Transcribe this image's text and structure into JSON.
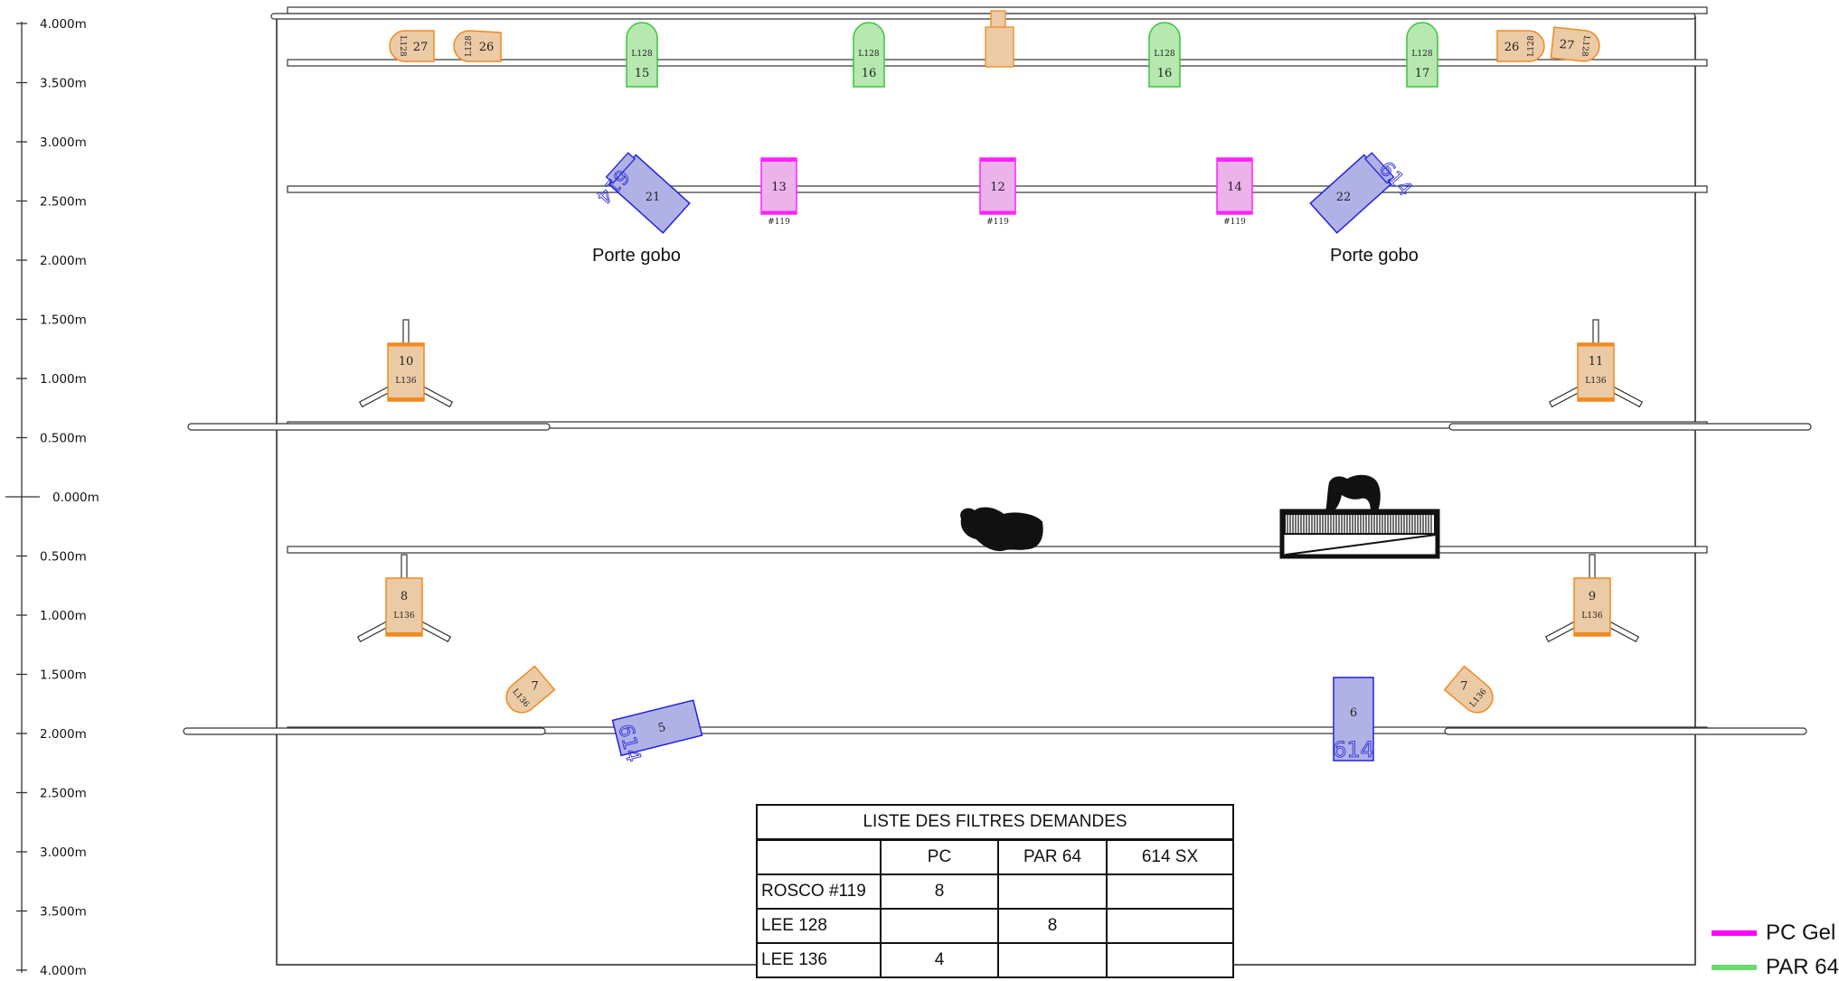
{
  "ruler": {
    "labels": [
      "4.000m",
      "3.500m",
      "3.000m",
      "2.500m",
      "2.000m",
      "1.500m",
      "1.000m",
      "0.500m",
      "0.000m",
      "0.500m",
      "1.000m",
      "1.500m",
      "2.000m",
      "2.500m",
      "3.000m",
      "3.500m",
      "4.000m"
    ]
  },
  "fixtures": {
    "par": [
      {
        "num": "15",
        "filter": "L128"
      },
      {
        "num": "16",
        "filter": "L128"
      },
      {
        "num": "16",
        "filter": "L128"
      },
      {
        "num": "17",
        "filter": "L128"
      }
    ],
    "pc_gel": [
      {
        "num": "13",
        "filter": "#119"
      },
      {
        "num": "12",
        "filter": "#119"
      },
      {
        "num": "14",
        "filter": "#119"
      }
    ],
    "profiles": [
      {
        "num": "21",
        "code": "614"
      },
      {
        "num": "22",
        "code": "614"
      },
      {
        "num": "5",
        "code": "614"
      },
      {
        "num": "6",
        "code": "614"
      }
    ],
    "pc_stands": [
      {
        "num": "10",
        "filter": "L136"
      },
      {
        "num": "11",
        "filter": "L136"
      },
      {
        "num": "8",
        "filter": "L136"
      },
      {
        "num": "9",
        "filter": "L136"
      }
    ],
    "top_small": [
      {
        "num": "27",
        "filter": "L128"
      },
      {
        "num": "26",
        "filter": "L128"
      },
      {
        "num": "26",
        "filter": "L128"
      },
      {
        "num": "27",
        "filter": "L128"
      }
    ],
    "floor_small": [
      {
        "num": "7",
        "filter": "L136"
      },
      {
        "num": "7",
        "filter": "L136"
      }
    ]
  },
  "notes": {
    "gobo_left": "Porte gobo",
    "gobo_right": "Porte gobo"
  },
  "filter_table": {
    "title": "LISTE DES FILTRES DEMANDES",
    "headers": [
      "",
      "PC",
      "PAR 64",
      "614 SX"
    ],
    "rows": [
      [
        "ROSCO #119",
        "8",
        "",
        ""
      ],
      [
        "LEE 128",
        "",
        "8",
        ""
      ],
      [
        "LEE 136",
        "4",
        "",
        ""
      ]
    ]
  },
  "legend": [
    {
      "label": "PC Gel",
      "color": "#ff00ff"
    },
    {
      "label": "PAR 64",
      "color": "#66dd66"
    }
  ],
  "colors": {
    "par_fill": "#b6e8b0",
    "par_stroke": "#3cc43c",
    "pc_fill": "#ecb2ea",
    "pc_stroke": "#ff22ff",
    "profile_fill": "#b0b2e6",
    "profile_stroke": "#2222dd",
    "orange_fill": "#ebcaa6",
    "orange_stroke": "#f08a20"
  }
}
